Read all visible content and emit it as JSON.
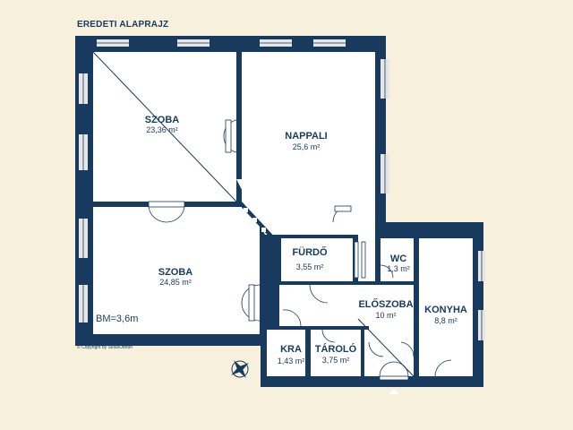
{
  "title": "EREDETI ALAPRAJZ",
  "copyright": "© Copyright by StílusOtthon",
  "ceiling_height": "BM=3,6m",
  "colors": {
    "wall": "#173a5e",
    "background": "#f7f0dc",
    "floor": "#ffffff",
    "window": "#e6e6e6"
  },
  "rooms": [
    {
      "id": "szoba-1",
      "name": "SZOBA",
      "area": "23,36 m²"
    },
    {
      "id": "nappali",
      "name": "NAPPALI",
      "area": "25,6 m²"
    },
    {
      "id": "szoba-2",
      "name": "SZOBA",
      "area": "24,85 m²"
    },
    {
      "id": "furdo",
      "name": "FÜRDŐ",
      "area": "3,55 m²"
    },
    {
      "id": "wc",
      "name": "WC",
      "area": "1,3 m²"
    },
    {
      "id": "eloszoba",
      "name": "ELŐSZOBA",
      "area": "10 m²"
    },
    {
      "id": "konyha",
      "name": "KONYHA",
      "area": "8,8 m²"
    },
    {
      "id": "kra",
      "name": "KRA",
      "area": "1,43 m²"
    },
    {
      "id": "tarolo",
      "name": "TÁROLÓ",
      "area": "3,75 m²"
    }
  ],
  "compass_icon": "compass-rose-icon"
}
